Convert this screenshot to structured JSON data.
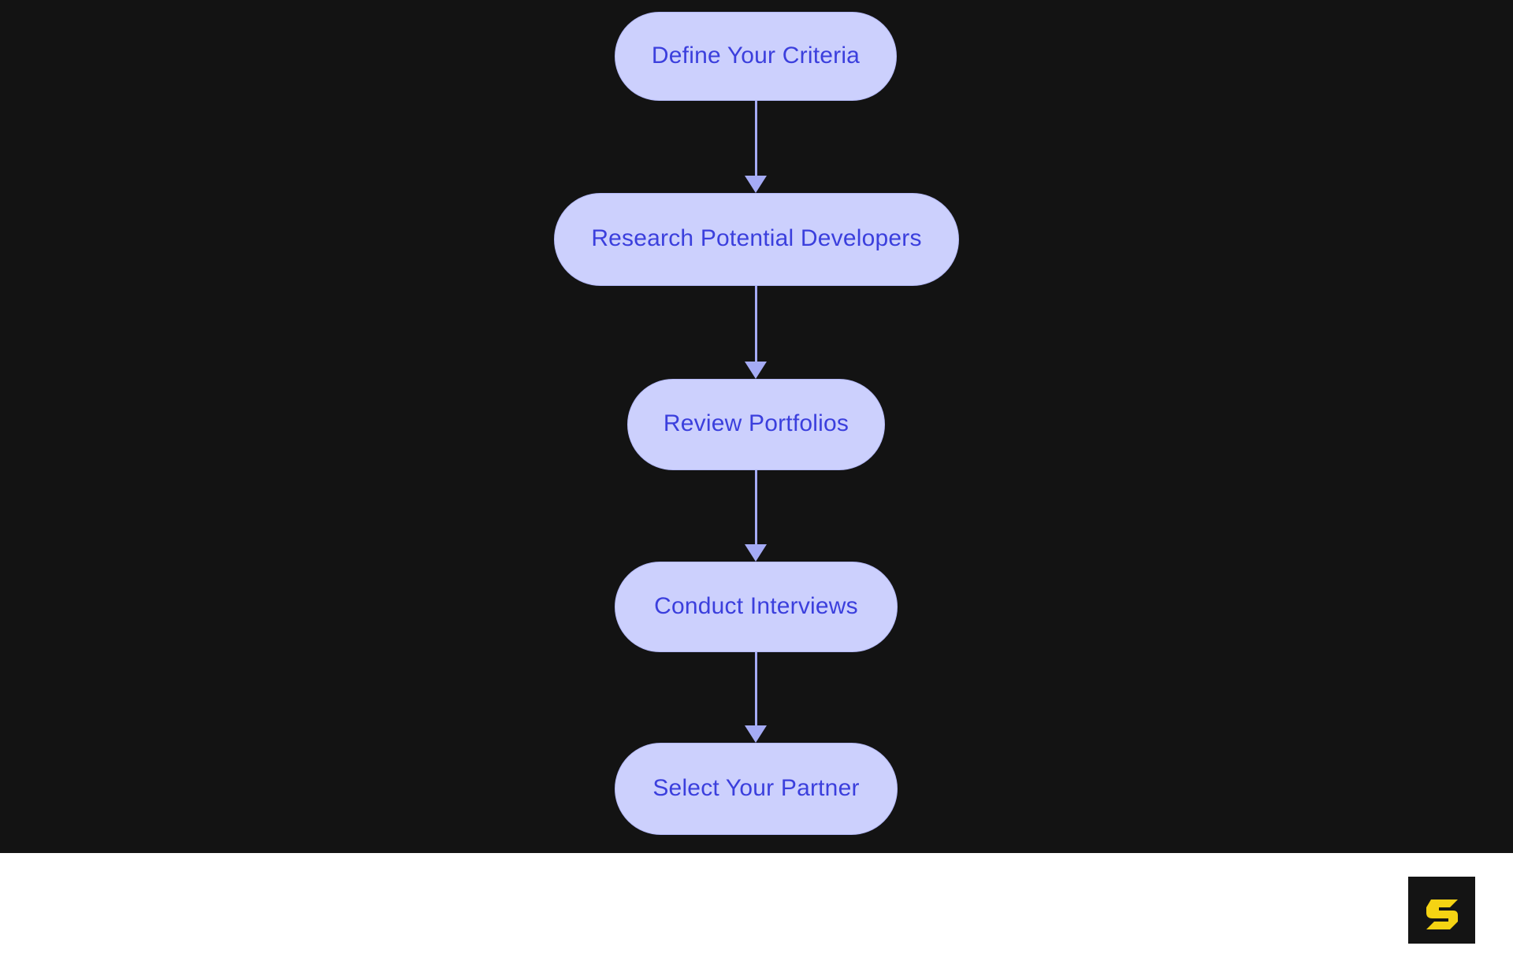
{
  "diagram": {
    "type": "flowchart",
    "orientation": "top-to-bottom",
    "background_color": "#131313",
    "node_fill_color": "#ccd0fd",
    "node_border_color": "#b4b9f7",
    "node_text_color": "#3b3fdd",
    "connector_color": "#a5abf5",
    "nodes": [
      {
        "id": "n1",
        "label": "Define Your Criteria"
      },
      {
        "id": "n2",
        "label": "Research Potential Developers"
      },
      {
        "id": "n3",
        "label": "Review Portfolios"
      },
      {
        "id": "n4",
        "label": "Conduct Interviews"
      },
      {
        "id": "n5",
        "label": "Select Your Partner"
      }
    ],
    "edges": [
      {
        "from": "n1",
        "to": "n2"
      },
      {
        "from": "n2",
        "to": "n3"
      },
      {
        "from": "n3",
        "to": "n4"
      },
      {
        "from": "n4",
        "to": "n5"
      }
    ]
  },
  "footer": {
    "logo": {
      "icon": "letter-s-logo",
      "glyph_color": "#f5d313",
      "background_color": "#141414"
    }
  }
}
